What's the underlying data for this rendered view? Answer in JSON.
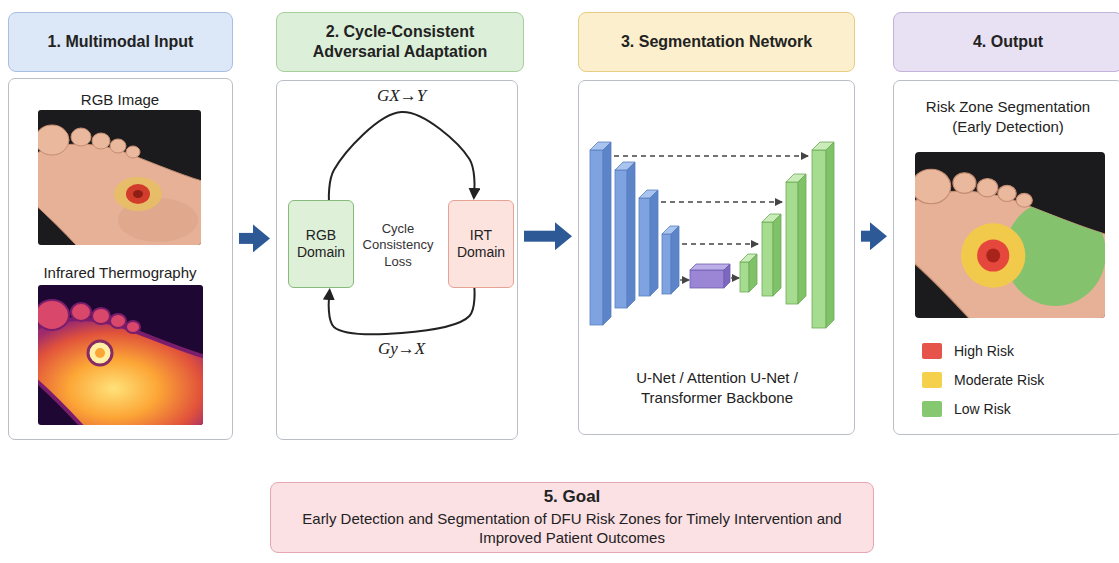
{
  "diagram": {
    "nodes": [
      {
        "text": [
          "1. Multimodal Input"
        ]
      },
      {
        "text": [
          "RGB Image",
          "Infrared Thermography"
        ]
      },
      {
        "text": [
          "2. Cycle-Consistent Adversarial Adaptation"
        ]
      },
      {
        "text": [
          "Cycle Consistency Loss"
        ]
      },
      {
        "text": [
          "RGB Domain"
        ],
        "in": 3
      },
      {
        "text": [
          "IRT Domain"
        ],
        "in": 3
      },
      {
        "text": [
          "3. Segmentation Network"
        ]
      },
      {
        "text": [
          "U-Net / Attention U-Net / Transformer Backbone"
        ]
      },
      {
        "text": [
          "4. Output"
        ]
      },
      {
        "text": [
          "Risk Zone Segmentation (Early Detection)"
        ]
      },
      {
        "text": [
          "5. Goal",
          "Early Detection and Segmentation of DFU Risk Zones for Timely Intervention and Improved Patient Outcomes"
        ]
      }
    ],
    "edges": [
      {
        "from": 1,
        "to": 3,
        "arrow": "to"
      },
      {
        "from": 3,
        "to": 7,
        "arrow": "to"
      },
      {
        "from": 7,
        "to": 9,
        "arrow": "to"
      },
      {
        "from": 4,
        "to": 5,
        "label": "GX→Y",
        "arrow": "to"
      },
      {
        "from": 5,
        "to": 4,
        "label": "Gy→X",
        "arrow": "to"
      }
    ],
    "legend": [
      {
        "text": "High Risk",
        "color": "#e5534b"
      },
      {
        "text": "Moderate Risk",
        "color": "#f5d04c"
      },
      {
        "text": "Low Risk",
        "color": "#86c86f"
      }
    ]
  }
}
